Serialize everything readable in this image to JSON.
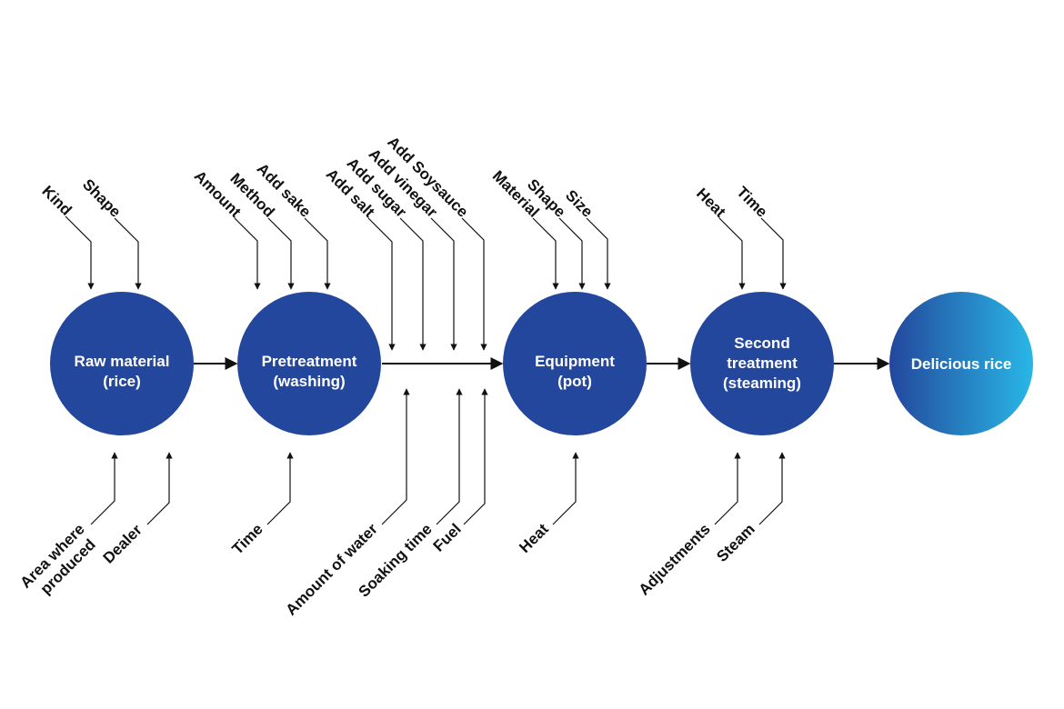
{
  "colors": {
    "node_fill": "#23479c",
    "final_gradient_start": "#23479c",
    "final_gradient_end": "#29b7e6",
    "line": "#111111",
    "node_text": "#ffffff"
  },
  "nodes": [
    {
      "id": "raw",
      "lines": [
        "Raw material",
        "(rice)"
      ]
    },
    {
      "id": "pre",
      "lines": [
        "Pretreatment",
        "(washing)"
      ]
    },
    {
      "id": "equip",
      "lines": [
        "Equipment",
        "(pot)"
      ]
    },
    {
      "id": "second",
      "lines": [
        "Second",
        "treatment",
        "(steaming)"
      ]
    },
    {
      "id": "final",
      "lines": [
        "Delicious rice"
      ]
    }
  ],
  "factors": {
    "raw_top": [
      "Kind",
      "Shape"
    ],
    "raw_bottom": [
      [
        "Area where",
        "produced"
      ],
      [
        "Dealer"
      ]
    ],
    "pre_top": [
      "Amount",
      "Method",
      "Add sake"
    ],
    "pre_bottom": [
      "Time"
    ],
    "seasoning_top": [
      "Add salt",
      "Add sugar",
      "Add vinegar",
      "Add Soysauce"
    ],
    "seasoning_bottom": [
      "Amount of water",
      "Soaking time",
      "Fuel"
    ],
    "equip_top": [
      "Material",
      "Shape",
      "Size"
    ],
    "equip_bottom": [
      "Heat"
    ],
    "second_top": [
      "Heat",
      "Time"
    ],
    "second_bottom": [
      "Adjustments",
      "Steam"
    ]
  }
}
